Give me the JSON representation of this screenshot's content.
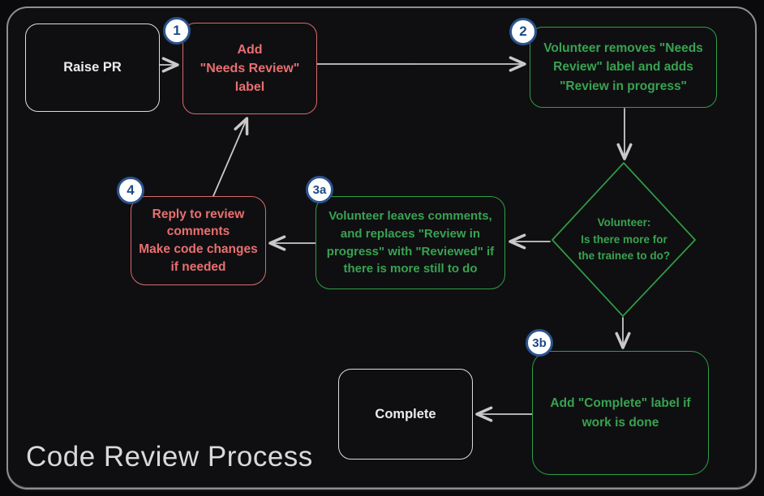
{
  "title": "Code Review Process",
  "colors": {
    "red": "#d96a6a",
    "red_text": "#ea6f6f",
    "green": "#2f9e44",
    "green_text": "#38a350",
    "neutral": "#dcdcdc",
    "arrow": "#c9c9c9",
    "badge_fill": "#ffffff",
    "badge_border": "#2b548f",
    "badge_text": "#1d4a86",
    "title_text": "#d9d9d9",
    "canvas_background": "#0f0f12"
  },
  "nodes": {
    "raise_pr": {
      "label": "Raise PR",
      "color": "neutral"
    },
    "add_needs_review": {
      "badge": "1",
      "label": "Add\n\"Needs Review\"\nlabel",
      "color": "red"
    },
    "volunteer_removes": {
      "badge": "2",
      "label": "Volunteer removes \"Needs\nReview\" label and adds\n\"Review in progress\"",
      "color": "green"
    },
    "decision": {
      "label": "Volunteer:\nIs there more for\nthe trainee to do?",
      "color": "green",
      "shape": "diamond"
    },
    "leaves_comments": {
      "badge": "3a",
      "label": "Volunteer leaves comments,\nand replaces \"Review in\nprogress\" with \"Reviewed\" if\nthere is more still to do",
      "color": "green"
    },
    "reply_comments": {
      "badge": "4",
      "label": "Reply to review comments\nMake code changes if needed",
      "color": "red"
    },
    "add_complete": {
      "badge": "3b",
      "label": "Add \"Complete\" label if\nwork is done",
      "color": "green"
    },
    "complete": {
      "label": "Complete",
      "color": "neutral"
    }
  },
  "edges": [
    {
      "from": "raise_pr",
      "to": "add_needs_review"
    },
    {
      "from": "add_needs_review",
      "to": "volunteer_removes"
    },
    {
      "from": "volunteer_removes",
      "to": "decision"
    },
    {
      "from": "decision",
      "to": "leaves_comments"
    },
    {
      "from": "leaves_comments",
      "to": "reply_comments"
    },
    {
      "from": "reply_comments",
      "to": "add_needs_review"
    },
    {
      "from": "decision",
      "to": "add_complete"
    },
    {
      "from": "add_complete",
      "to": "complete"
    }
  ]
}
